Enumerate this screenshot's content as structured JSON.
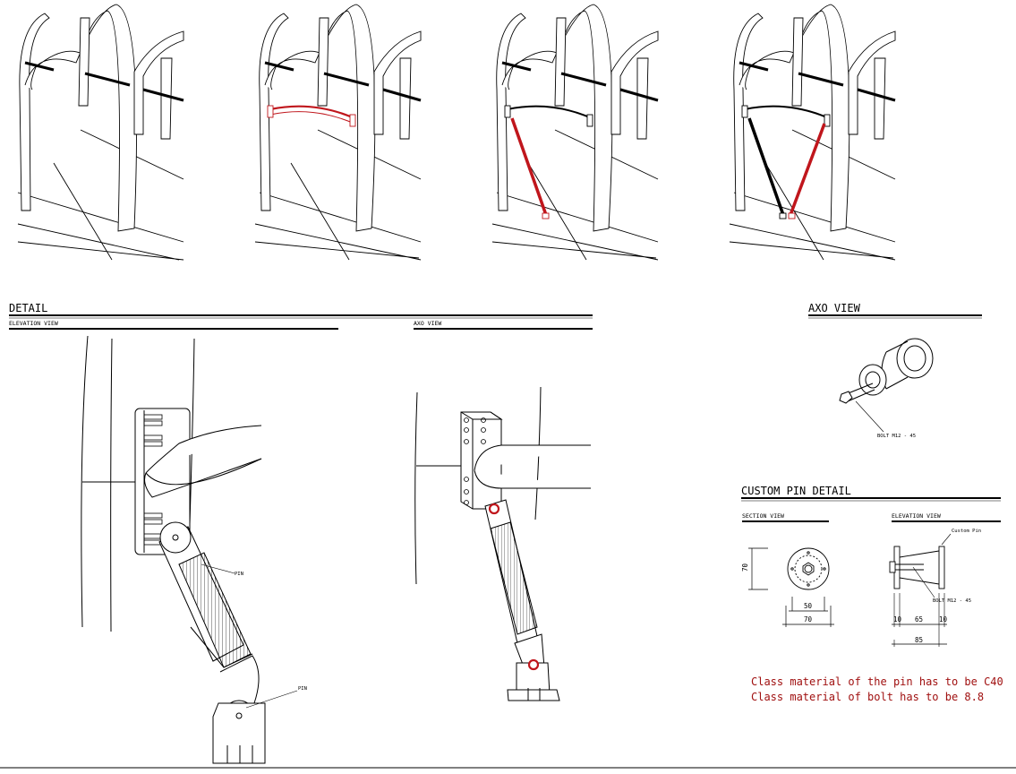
{
  "sections": {
    "detail": {
      "title": "DETAIL",
      "elevation": "ELEVATION VIEW",
      "axo": "AXO VIEW"
    },
    "axo_view": {
      "title": "AXO VIEW"
    },
    "custom_pin": {
      "title": "CUSTOM PIN DETAIL",
      "section": "SECTION VIEW",
      "elevation": "ELEVATION VIEW"
    }
  },
  "callouts": {
    "pin_upper": "PIN",
    "pin_lower": "PIN",
    "bolt_axo": "BOLT M12 - 45",
    "bolt_elev": "BOLT M12 - 45",
    "custom_pin": "Custom Pin"
  },
  "dimensions": {
    "height": "70",
    "inner": "50",
    "outer": "70",
    "seg_a": "10",
    "seg_b": "65",
    "seg_c": "10",
    "total": "85"
  },
  "notes": [
    "Class material of the pin has to be C40",
    "Class material of bolt has to be 8.8"
  ],
  "colors": {
    "highlight": "#c0161c",
    "ink": "#000000",
    "note": "#a01010"
  }
}
